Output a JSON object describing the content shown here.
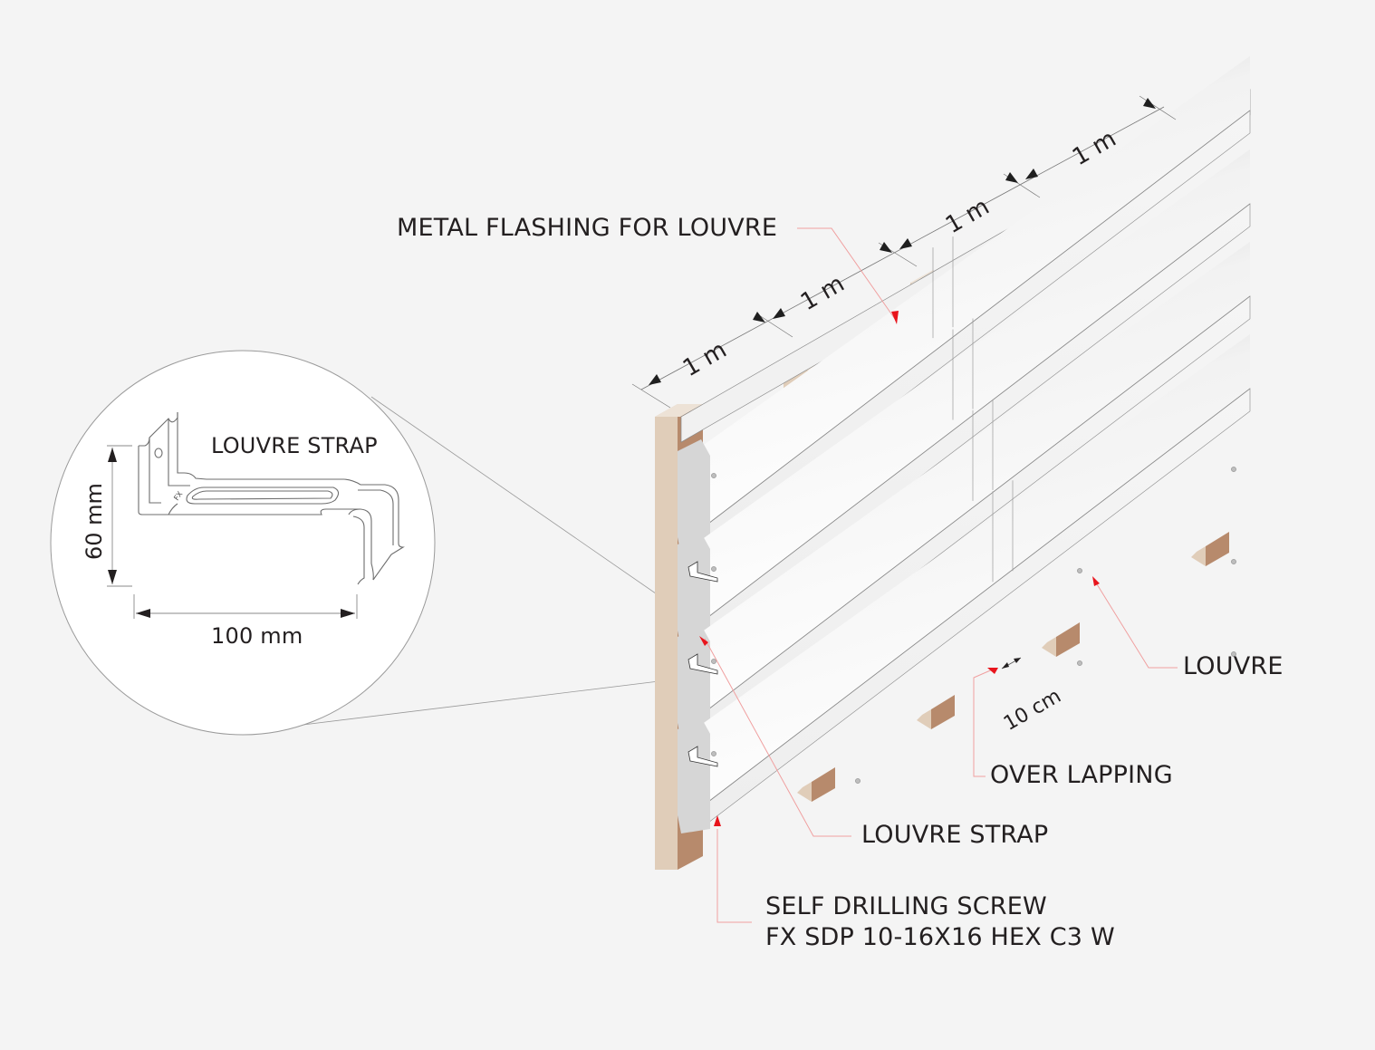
{
  "diagram": {
    "title": "Louvre installation detail",
    "colors": {
      "background": "#f4f4f4",
      "louvre_face": "#ffffff",
      "louvre_shadow": "#cfcfcf",
      "strap_plate": "#d6d6d6",
      "timber_light": "#e0cdb9",
      "timber_top": "#ede2d6",
      "timber_dark": "#b78a6c",
      "leader": "#ee3b3b",
      "line": "#8a8a8a",
      "text": "#231f20"
    },
    "labels": {
      "metal_flashing": "METAL FLASHING FOR LOUVRE",
      "louvre": "LOUVRE",
      "over_lapping": "OVER LAPPING",
      "louvre_strap": "LOUVRE STRAP",
      "screw_line1": "SELF DRILLING SCREW",
      "screw_line2": "FX SDP 10-16X16 HEX C3 W"
    },
    "dimensions": {
      "spacing": [
        "1 m",
        "1 m",
        "1 m",
        "1 m"
      ],
      "overlap": "10 cm"
    },
    "detail": {
      "title": "LOUVRE STRAP",
      "height": "60 mm",
      "width": "100 mm",
      "stamp": "FX"
    },
    "louvre_count": 4
  }
}
